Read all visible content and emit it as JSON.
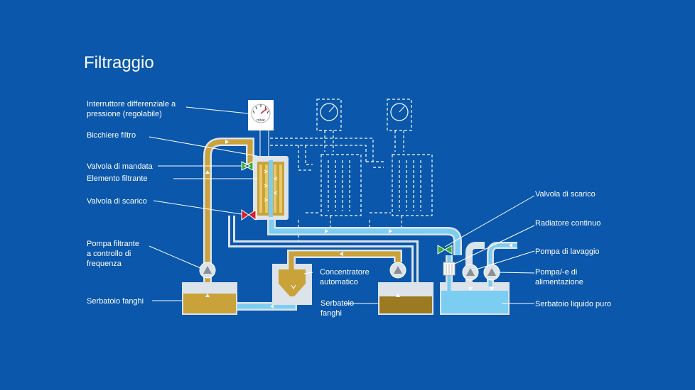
{
  "title": "Filtraggio",
  "gauge_label": "mbar",
  "labels": {
    "pressure_switch": [
      "Interruttore differenziale a",
      "pressione (regolabile)"
    ],
    "filter_bowl": [
      "Bicchiere filtro"
    ],
    "delivery_valve": [
      "Valvola di mandata"
    ],
    "filter_element": [
      "Elemento filtrante"
    ],
    "drain_valve_left": [
      "Valvola di scarico"
    ],
    "filter_pump": [
      "Pompa filtrante",
      "a controllo di",
      "frequenza"
    ],
    "sludge_tank_left": [
      "Serbatoio fanghi"
    ],
    "concentrator": [
      "Concentratore",
      "automatico"
    ],
    "sludge_tank_center": [
      "Serbatoio",
      "fanghi"
    ],
    "drain_valve_right": [
      "Valvola di scarico"
    ],
    "continuous_radiator": [
      "Radiatore continuo"
    ],
    "wash_pump": [
      "Pompa di lavaggio"
    ],
    "feed_pumps": [
      "Pompa/-e di",
      "alimentazione"
    ],
    "clean_tank": [
      "Serbatoio liquido puro"
    ]
  },
  "colors": {
    "background": "#0a57ab",
    "sludge": "#c9a23a",
    "sludge_dark": "#9c7a22",
    "clean_liquid": "#7ccdf2",
    "pipe_frame": "#dce3ea",
    "valve_red": "#d4202c",
    "valve_green": "#39a935"
  }
}
